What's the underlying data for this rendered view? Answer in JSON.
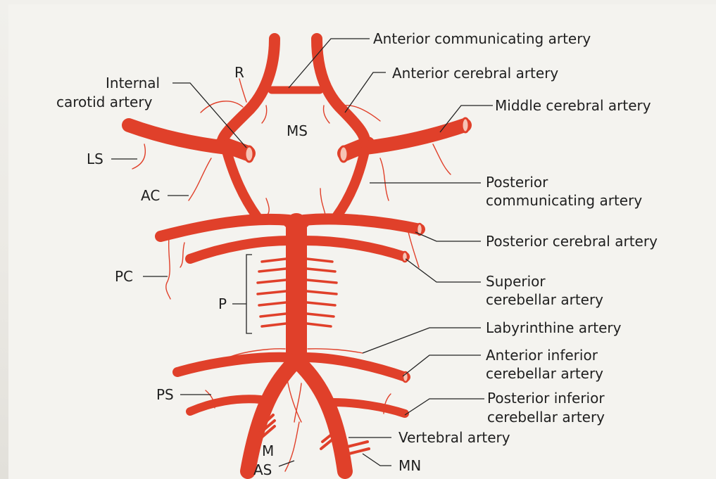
{
  "colors": {
    "artery": "#e0402a",
    "artery_end": "#f6c3b5",
    "leader": "#222222",
    "background": "#f4f3ef"
  },
  "labels": {
    "anterior_communicating_artery": "Anterior communicating artery",
    "anterior_cerebral_artery": "Anterior cerebral artery",
    "middle_cerebral_artery": "Middle cerebral artery",
    "internal_carotid_artery_line1": "Internal",
    "internal_carotid_artery_line2": "carotid artery",
    "r": "R",
    "ms": "MS",
    "ls": "LS",
    "ac": "AC",
    "posterior_communicating_artery_line1": "Posterior",
    "posterior_communicating_artery_line2": "communicating artery",
    "posterior_cerebral_artery": "Posterior cerebral artery",
    "pc": "PC",
    "superior_cerebellar_artery_line1": "Superior",
    "superior_cerebellar_artery_line2": "cerebellar artery",
    "p": "P",
    "labyrinthine_artery": "Labyrinthine artery",
    "anterior_inferior_cerebellar_artery_line1": "Anterior inferior",
    "anterior_inferior_cerebellar_artery_line2": "cerebellar artery",
    "ps": "PS",
    "posterior_inferior_cerebellar_artery_line1": "Posterior inferior",
    "posterior_inferior_cerebellar_artery_line2": "cerebellar artery",
    "vertebral_artery": "Vertebral artery",
    "m": "M",
    "as": "AS",
    "mn": "MN"
  }
}
